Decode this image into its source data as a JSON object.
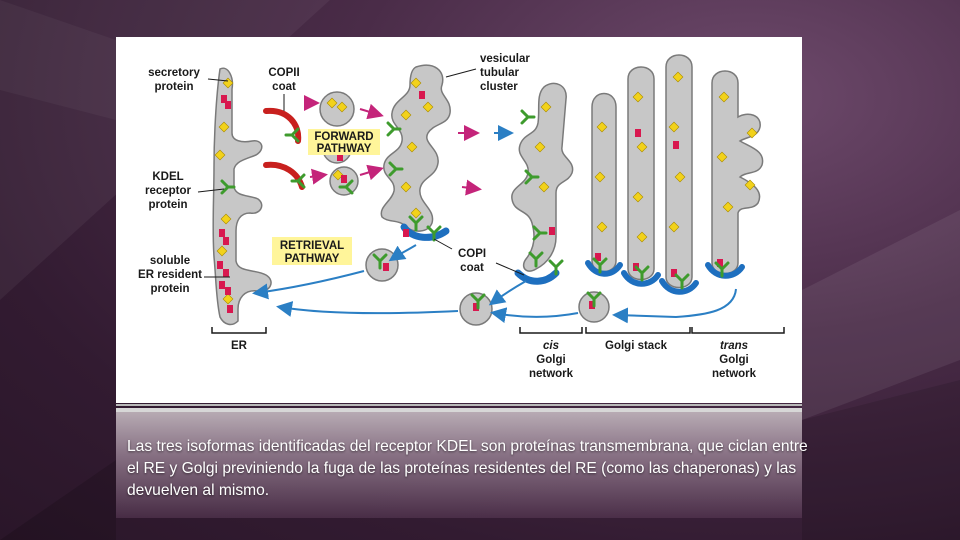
{
  "figure": {
    "labels": {
      "secretory_protein": [
        "secretory",
        "protein"
      ],
      "copii_coat": [
        "COPII",
        "coat"
      ],
      "vesicular_tubular_cluster": [
        "vesicular",
        "tubular",
        "cluster"
      ],
      "forward_pathway": [
        "FORWARD",
        "PATHWAY"
      ],
      "kdel_receptor_protein": [
        "KDEL",
        "receptor",
        "protein"
      ],
      "retrieval_pathway": [
        "RETRIEVAL",
        "PATHWAY"
      ],
      "soluble_er_resident_protein": [
        "soluble",
        "ER resident",
        "protein"
      ],
      "copi_coat": [
        "COPI",
        "coat"
      ],
      "er": "ER",
      "cis_golgi_network": [
        "cis",
        "Golgi",
        "network"
      ],
      "golgi_stack": "Golgi stack",
      "trans_golgi_network": [
        "trans",
        "Golgi",
        "network"
      ]
    },
    "colors": {
      "organelle_fill": "#c7c7c7",
      "organelle_stroke": "#7a7a7a",
      "copii_coat": "#c8201e",
      "copi_coat": "#1e6fbf",
      "receptor": "#3e9b2d",
      "secretory_protein": "#f2d21b",
      "resident_protein": "#d8184f",
      "pathway_box": "#fff59a",
      "forward_arrow": "#c4247a",
      "retrieval_arrow": "#2b7fc4"
    }
  },
  "caption": "Las tres isoformas identificadas del receptor KDEL son proteínas transmembrana, que ciclan entre el RE y Golgi previniendo la fuga de las proteínas residentes del RE (como las chaperonas) y las devuelven al mismo."
}
